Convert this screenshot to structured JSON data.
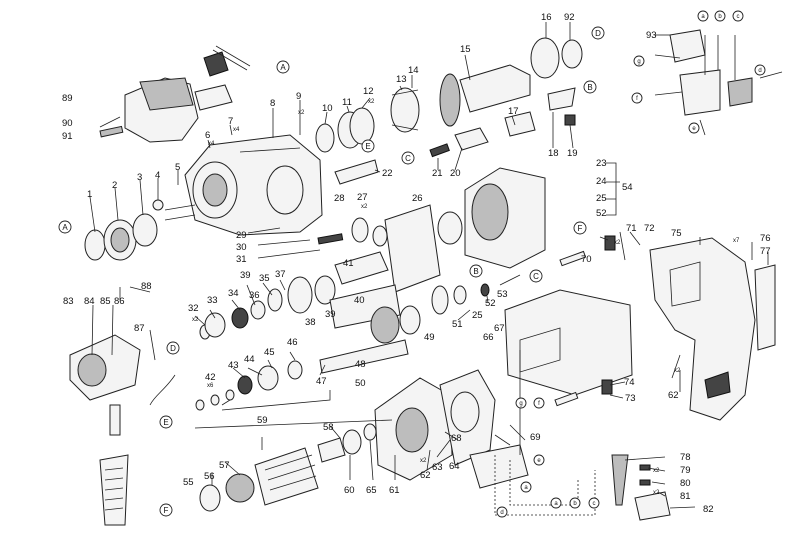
{
  "labels": {
    "n1": "1",
    "n2": "2",
    "n3": "3",
    "n4": "4",
    "n5": "5",
    "n6": "6",
    "n7": "7",
    "n8": "8",
    "n9": "9",
    "n10": "10",
    "n11": "11",
    "n12": "12",
    "n13": "13",
    "n14": "14",
    "n15": "15",
    "n16": "16",
    "n17": "17",
    "n18": "18",
    "n19": "19",
    "n20": "20",
    "n21": "21",
    "n22": "22",
    "n23": "23",
    "n24": "24",
    "n25": "25",
    "n25b": "25",
    "n26": "26",
    "n27": "27",
    "n28": "28",
    "n29": "29",
    "n30": "30",
    "n31": "31",
    "n32": "32",
    "n33": "33",
    "n34": "34",
    "n35": "35",
    "n36": "36",
    "n37": "37",
    "n38": "38",
    "n39": "39",
    "n39b": "39",
    "n40": "40",
    "n41": "41",
    "n42": "42",
    "n43": "43",
    "n44": "44",
    "n45": "45",
    "n46": "46",
    "n47": "47",
    "n48": "48",
    "n49": "49",
    "n50": "50",
    "n51": "51",
    "n52": "52",
    "n52b": "52",
    "n53": "53",
    "n54": "54",
    "n55": "55",
    "n56": "56",
    "n57": "57",
    "n58": "58",
    "n59": "59",
    "n60": "60",
    "n61": "61",
    "n62": "62",
    "n62b": "62",
    "n63": "63",
    "n64": "64",
    "n65": "65",
    "n66": "66",
    "n67": "67",
    "n68": "68",
    "n69": "69",
    "n70": "70",
    "n71": "71",
    "n72": "72",
    "n73": "73",
    "n74": "74",
    "n75": "75",
    "n76": "76",
    "n77": "77",
    "n78": "78",
    "n79": "79",
    "n80": "80",
    "n81": "81",
    "n82": "82",
    "n83": "83",
    "n84": "84",
    "n85": "85",
    "n86": "86",
    "n87": "87",
    "n88": "88",
    "n89": "89",
    "n90": "90",
    "n91": "91",
    "n92": "92",
    "n93": "93"
  },
  "qty": {
    "x2": "x2",
    "x4": "x4",
    "x6": "x6",
    "x7": "x7"
  },
  "callouts": {
    "A": "A",
    "B": "B",
    "C": "C",
    "D": "D",
    "E": "E",
    "F": "F",
    "a": "a",
    "b": "b",
    "c": "c",
    "d": "d",
    "e": "e",
    "f": "f",
    "g": "g"
  },
  "colors": {
    "line": "#222222",
    "part_fill": "#f4f4f4",
    "shade": "#bdbdbd",
    "dark": "#444444"
  }
}
